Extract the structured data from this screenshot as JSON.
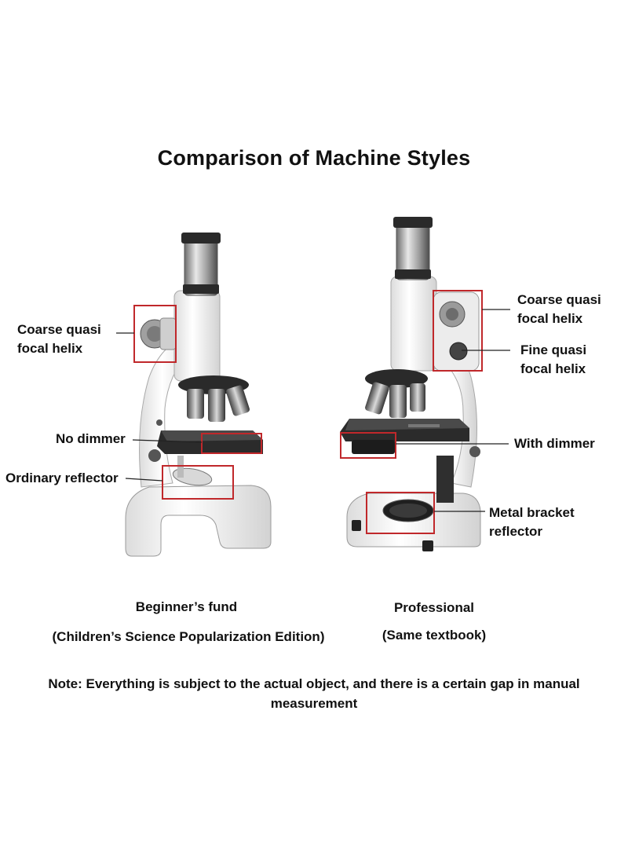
{
  "title": "Comparison of Machine Styles",
  "left": {
    "labels": {
      "coarse": "Coarse quasi focal helix",
      "dimmer": "No dimmer",
      "reflector": "Ordinary reflector"
    },
    "caption_line1": "Beginner’s fund",
    "caption_line2": "(Children’s Science Popularization Edition)"
  },
  "right": {
    "labels": {
      "coarse": "Coarse quasi focal helix",
      "fine": "Fine quasi focal helix",
      "dimmer": "With dimmer",
      "reflector": "Metal bracket reflector"
    },
    "caption_line1": "Professional",
    "caption_line2": "(Same textbook)"
  },
  "note": "Note: Everything is subject to the actual object, and there is a certain gap in manual measurement",
  "colors": {
    "highlight": "#c0282b",
    "body": "#f2f2f0",
    "stage": "#2b2b2b"
  }
}
